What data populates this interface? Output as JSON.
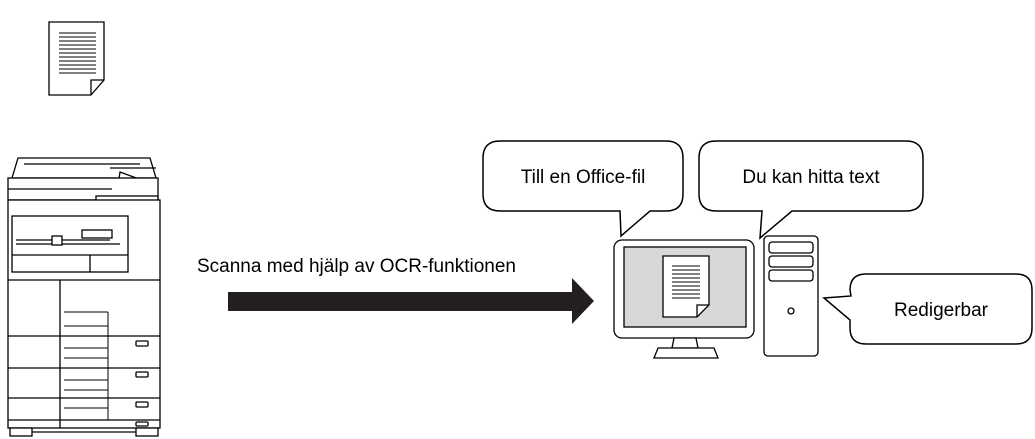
{
  "caption": "Scanna med hjälp av OCR-funktionen",
  "bubbles": {
    "office": "Till en Office-fil",
    "search": "Du kan hitta text",
    "edit": "Redigerbar"
  },
  "icons": {
    "document": "document-icon",
    "printer": "multifunction-printer-icon",
    "arrow": "arrow-right-icon",
    "monitor": "monitor-icon",
    "tower": "computer-tower-icon"
  }
}
